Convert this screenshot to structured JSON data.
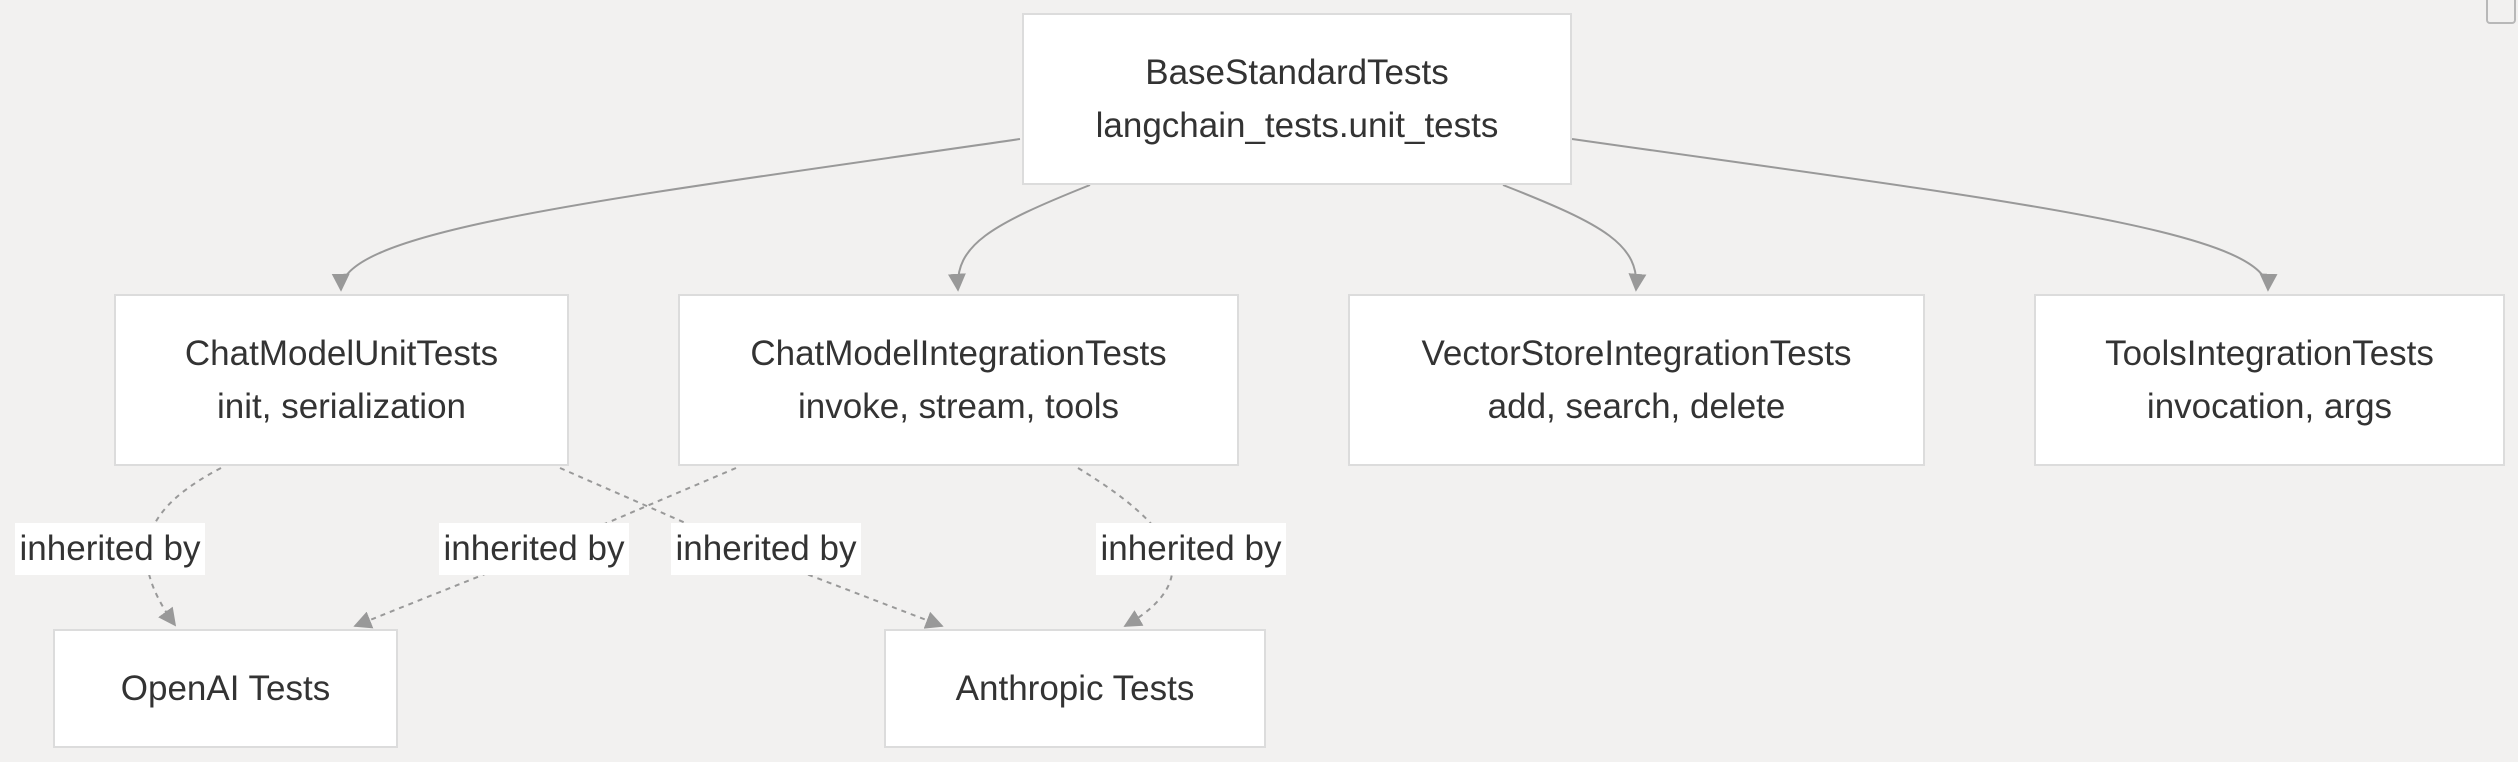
{
  "diagram": {
    "nodes": [
      {
        "id": "base",
        "title": "BaseStandardTests",
        "subtitle": "langchain_tests.unit_tests"
      },
      {
        "id": "chat_unit",
        "title": "ChatModelUnitTests",
        "subtitle": "init, serialization"
      },
      {
        "id": "chat_integration",
        "title": "ChatModelIntegrationTests",
        "subtitle": "invoke, stream, tools"
      },
      {
        "id": "vector_store",
        "title": "VectorStoreIntegrationTests",
        "subtitle": "add, search, delete"
      },
      {
        "id": "tools",
        "title": "ToolsIntegrationTests",
        "subtitle": "invocation, args"
      },
      {
        "id": "openai",
        "title": "OpenAI Tests"
      },
      {
        "id": "anthropic",
        "title": "Anthropic Tests"
      }
    ],
    "edges": [
      {
        "from": "base",
        "to": "chat_unit",
        "style": "solid"
      },
      {
        "from": "base",
        "to": "chat_integration",
        "style": "solid"
      },
      {
        "from": "base",
        "to": "vector_store",
        "style": "solid"
      },
      {
        "from": "base",
        "to": "tools",
        "style": "solid"
      },
      {
        "from": "chat_unit",
        "to": "openai",
        "style": "dashed",
        "label": "inherited by"
      },
      {
        "from": "chat_integration",
        "to": "openai",
        "style": "dashed",
        "label": "inherited by"
      },
      {
        "from": "chat_unit",
        "to": "anthropic",
        "style": "dashed",
        "label": "inherited by"
      },
      {
        "from": "chat_integration",
        "to": "anthropic",
        "style": "dashed",
        "label": "inherited by"
      }
    ],
    "colors": {
      "background": "#f2f1f0",
      "node_fill": "#ffffff",
      "node_border": "#dcdcdc",
      "edge": "#999999",
      "text": "#333333"
    }
  }
}
